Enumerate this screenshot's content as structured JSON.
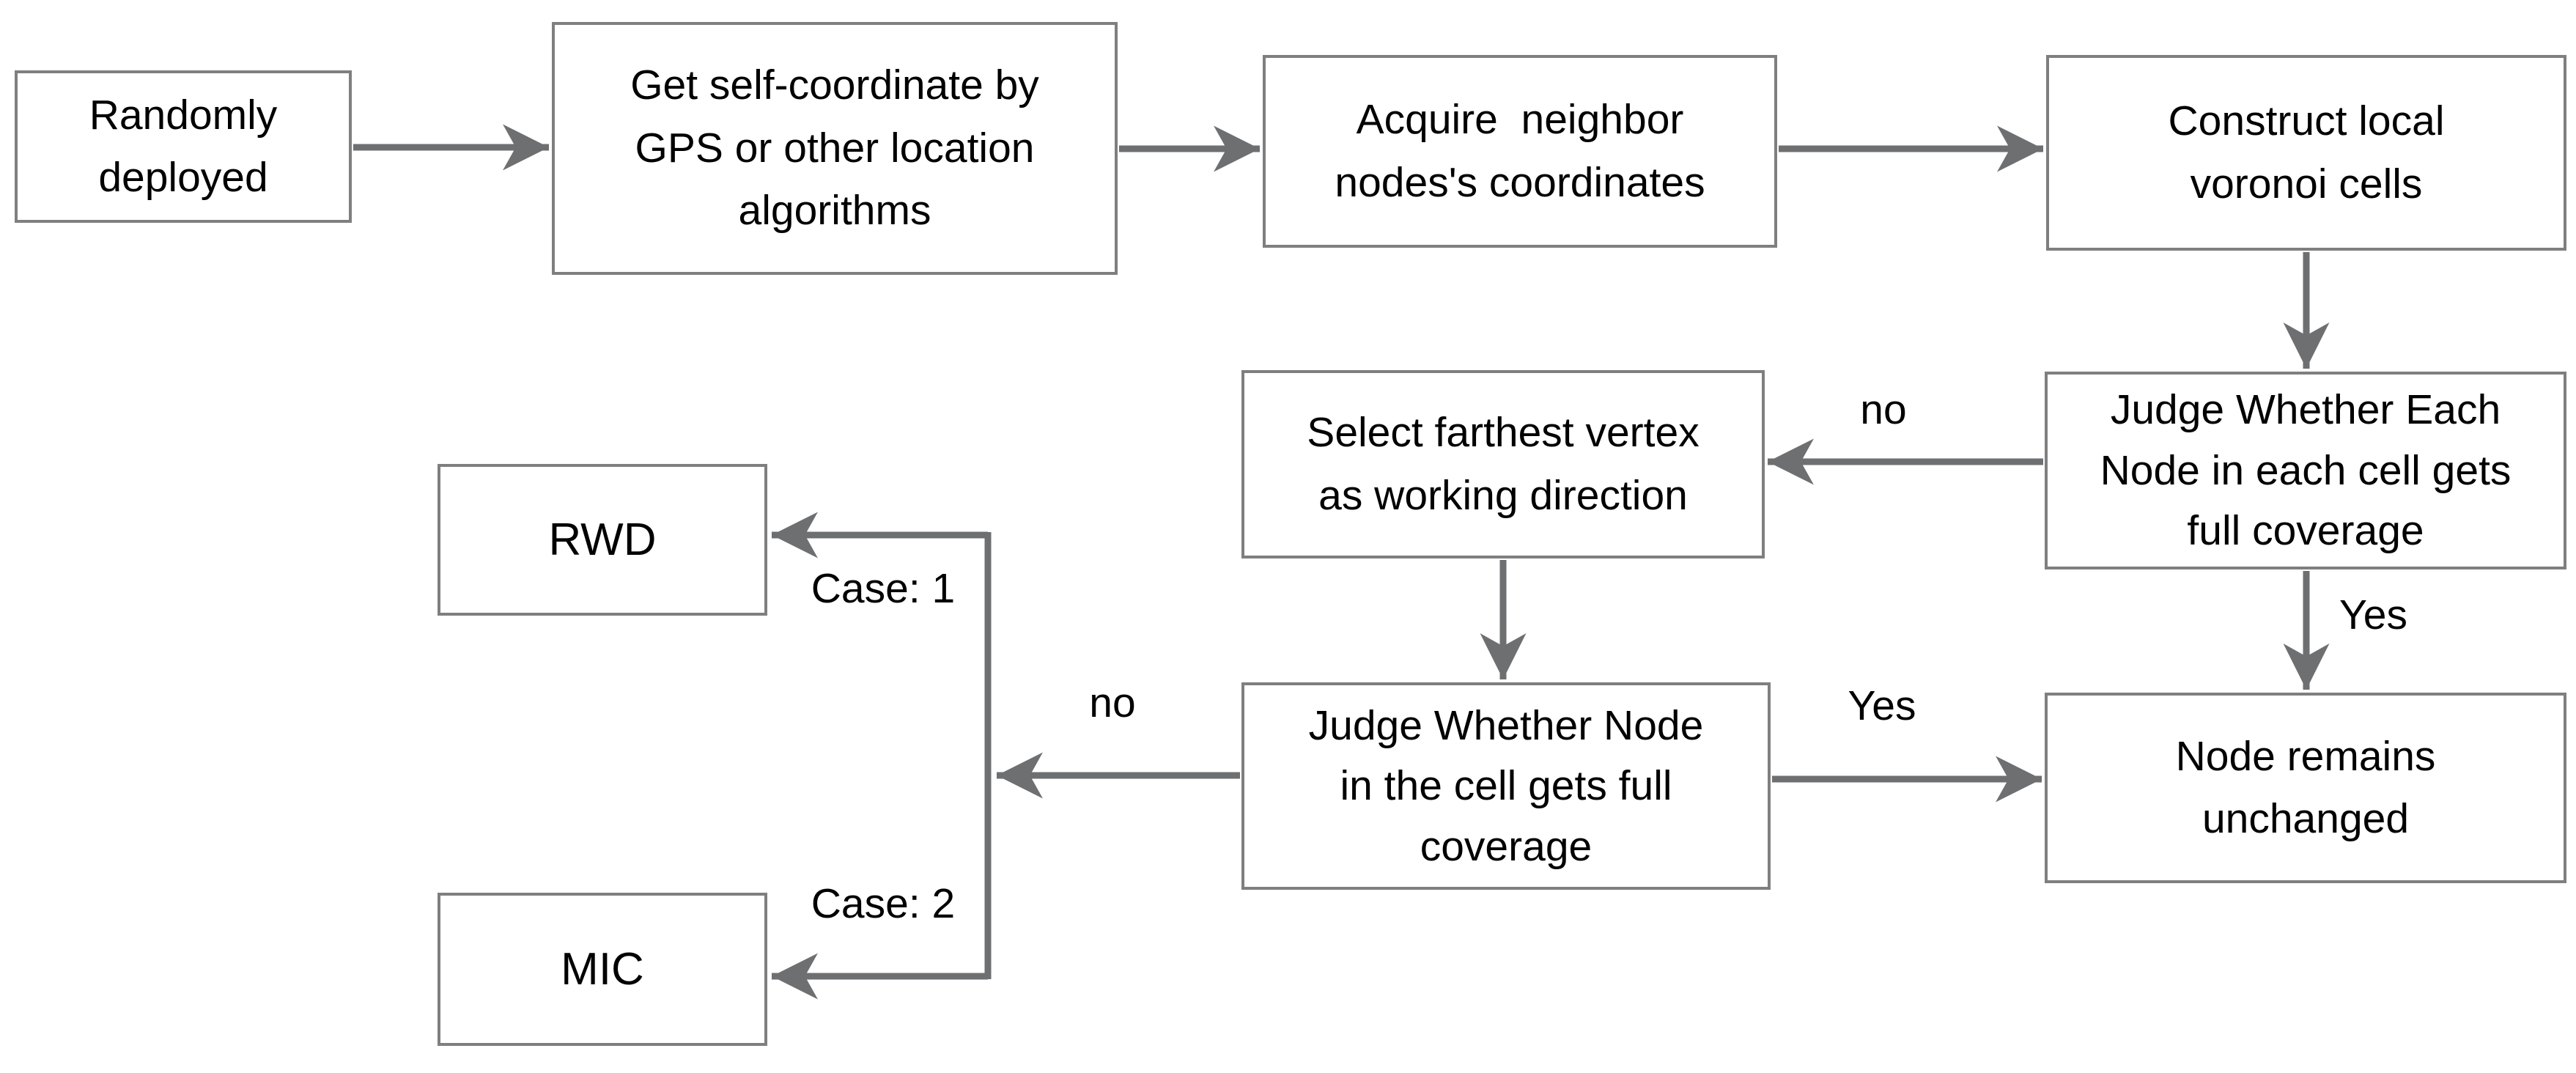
{
  "flowchart": {
    "nodes": {
      "randomly_deployed": {
        "label": "Randomly\ndeployed"
      },
      "get_self_coordinate": {
        "label": "Get self-coordinate by\nGPS or other location\nalgorithms"
      },
      "acquire_neighbor": {
        "label": "Acquire  neighbor\nnodes's coordinates"
      },
      "construct_voronoi": {
        "label": "Construct local\nvoronoi cells"
      },
      "judge_each_node": {
        "label": "Judge Whether Each\nNode in each cell gets\nfull coverage"
      },
      "select_farthest": {
        "label": "Select farthest vertex\nas working direction"
      },
      "judge_node_cell": {
        "label": "Judge Whether Node\nin the cell gets full\ncoverage"
      },
      "node_remains": {
        "label": "Node remains\nunchanged"
      },
      "rwd": {
        "label": "RWD"
      },
      "mic": {
        "label": "MIC"
      }
    },
    "edge_labels": {
      "judge_each_no": "no",
      "judge_each_yes": "Yes",
      "judge_node_no": "no",
      "judge_node_yes": "Yes",
      "case_1": "Case: 1",
      "case_2": "Case: 2"
    },
    "colors": {
      "arrow": "#6e6f71",
      "box_border": "#7f7f7f",
      "text": "#000000",
      "background": "#ffffff"
    }
  }
}
